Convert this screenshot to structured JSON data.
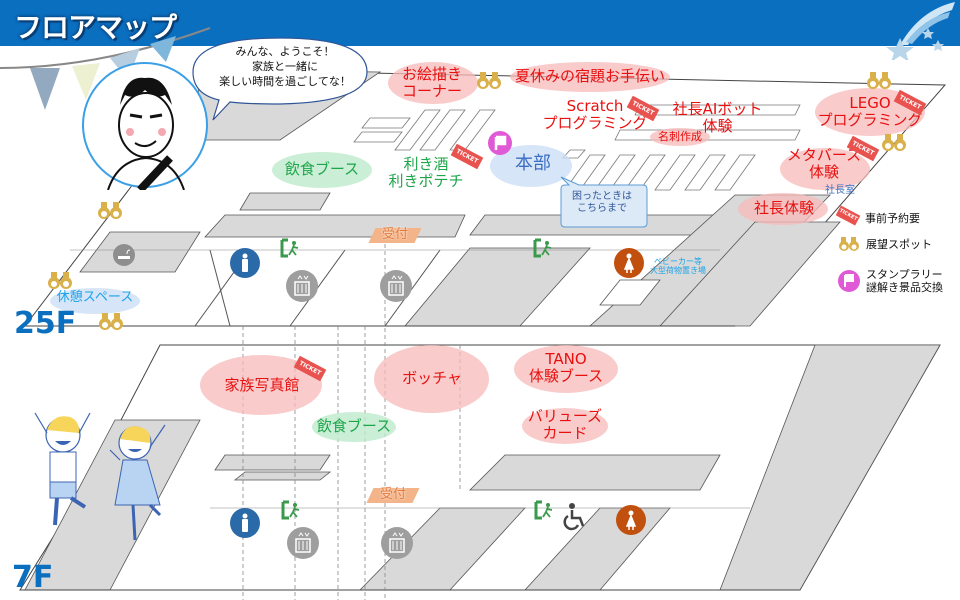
{
  "header": {
    "title": "フロアマップ",
    "bg_color": "#0b6fc0"
  },
  "speech_bubble": {
    "line1": "みんな、ようこそ！",
    "line2": "家族と一緒に",
    "line3": "楽しい時間を過ごしてな！"
  },
  "floors": {
    "upper": {
      "label": "25F",
      "spots": [
        {
          "name": "お絵描き",
          "name2": "コーナー",
          "type": "event"
        },
        {
          "name": "夏休みの宿題お手伝い",
          "type": "event"
        },
        {
          "name": "Scratch",
          "name2": "プログラミング",
          "type": "event",
          "reservation": true
        },
        {
          "name": "社長AIボット",
          "name2": "体験",
          "type": "event"
        },
        {
          "name": "名刺作成",
          "type": "event"
        },
        {
          "name": "LEGO",
          "name2": "プログラミング",
          "type": "event",
          "reservation": true
        },
        {
          "name": "メタバース",
          "name2": "体験",
          "type": "event",
          "reservation": true
        },
        {
          "name": "社長体験",
          "type": "event",
          "reservation": true
        },
        {
          "name": "飲食ブース",
          "type": "food"
        },
        {
          "name": "利き酒",
          "name2": "利きポテチ",
          "type": "food",
          "reservation": true
        },
        {
          "name": "本部",
          "type": "hq"
        },
        {
          "name": "休憩スペース",
          "type": "rest"
        }
      ],
      "hq_note": {
        "line1": "困ったときは",
        "line2": "こちらまで"
      },
      "president_room": "社長室",
      "reception": "受付",
      "stroller_area": {
        "line1": "ベビーカー等",
        "line2": "大型荷物置き場"
      }
    },
    "lower": {
      "label": "7F",
      "spots": [
        {
          "name": "家族写真館",
          "type": "event",
          "reservation": true
        },
        {
          "name": "ボッチャ",
          "type": "event"
        },
        {
          "name": "TANO",
          "name2": "体験ブース",
          "type": "event"
        },
        {
          "name": "バリューズ",
          "name2": "カード",
          "type": "event"
        },
        {
          "name": "飲食ブース",
          "type": "food"
        }
      ],
      "reception": "受付"
    }
  },
  "ticket_text": "TICKET",
  "legend": [
    {
      "icon": "ticket-icon",
      "label": "事前予約要"
    },
    {
      "icon": "binoculars-icon",
      "label": "展望スポット"
    },
    {
      "icon": "flag-icon",
      "label1": "スタンプラリー",
      "label2": "謎解き景品交換"
    }
  ],
  "colors": {
    "event_text": "#e8100f",
    "food_text": "#1ea54a",
    "hq_text": "#3a6fc4",
    "reception": "#e57a3a",
    "male_toilet": "#2b6aa8",
    "female_toilet": "#c1500e",
    "exit": "#3a9a4c",
    "stamp": "#e05ad6",
    "binoculars": "#d9b04a",
    "floor_label": "#0b6fc0"
  }
}
